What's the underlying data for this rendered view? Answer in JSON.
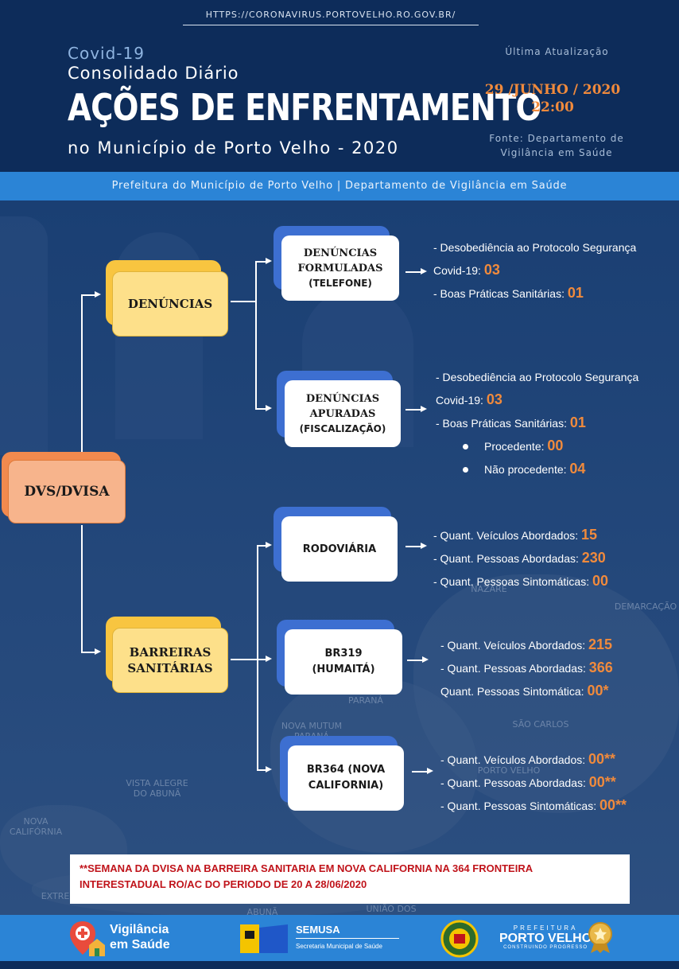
{
  "header": {
    "url": "HTTPS://CORONAVIRUS.PORTOVELHO.RO.GOV.BR/",
    "covid": "Covid-19",
    "consolidado": "Consolidado Diário",
    "title": "AÇÕES DE ENFRENTAMENTO",
    "municipio": "no Município de Porto Velho - 2020",
    "update_label": "Última Atualização",
    "date": "29 /JUNHO / 2020",
    "time": "22:00",
    "fonte_line1": "Fonte: Departamento de",
    "fonte_line2": "Vigilância em Saúde"
  },
  "bar": {
    "text": "Prefeitura do Município de Porto Velho | Departamento de Vigilância em Saúde"
  },
  "map_labels": [
    "NOVA MUTUM PARANÁ",
    "SÃO CARLOS",
    "DEMARCAÇÃO",
    "PORTO VELHO",
    "VISTA ALEGRE DO ABUNÃ",
    "NOVA CALIFÓRNIA",
    "EXTREMA",
    "ABUNÃ",
    "UNIÃO DOS",
    "PARANÁ",
    "NAZARÉ"
  ],
  "tree": {
    "root": "DVS/DVISA",
    "denuncias": "DENÚNCIAS",
    "barreiras_1": "BARREIRAS",
    "barreiras_2": "SANITÁRIAS",
    "formuladas_1": "DENÚNCIAS",
    "formuladas_2": "FORMULADAS",
    "formuladas_3": "(TELEFONE)",
    "apuradas_1": "DENÚNCIAS",
    "apuradas_2": "APURADAS",
    "apuradas_3": "(FISCALIZAÇÃO)",
    "rodoviaria": "RODOVIÁRIA",
    "br319_1": "BR319",
    "br319_2": "(HUMAITÁ)",
    "br364_1": "BR364 (NOVA",
    "br364_2": "CALIFORNIA)"
  },
  "formuladas_info": {
    "l1": "- Desobediência ao Protocolo Segurança",
    "l2": "Covid-19: ",
    "v2": "03",
    "l3": "- Boas Práticas Sanitárias: ",
    "v3": "01"
  },
  "apuradas_info": {
    "l1": "- Desobediência ao Protocolo Segurança",
    "l2": "Covid-19: ",
    "v2": "03",
    "l3": "- Boas Práticas Sanitárias: ",
    "v3": "01",
    "l4": "Procedente: ",
    "v4": "00",
    "l5": "Não procedente: ",
    "v5": "04"
  },
  "rodoviaria_info": {
    "l1": "- Quant. Veículos Abordados: ",
    "v1": "15",
    "l2": "- Quant. Pessoas Abordadas: ",
    "v2": "230",
    "l3": "- Quant. Pessoas Sintomáticas: ",
    "v3": "00"
  },
  "br319_info": {
    "l1": "- Quant. Veículos Abordados: ",
    "v1": "215",
    "l2": "- Quant. Pessoas Abordadas:  ",
    "v2": "366",
    "l3": "Quant. Pessoas Sintomática: ",
    "v3": "00*"
  },
  "br364_info": {
    "l1": "- Quant. Veículos Abordados:  ",
    "v1": "00**",
    "l2": "- Quant. Pessoas Abordadas:  ",
    "v2": "00**",
    "l3": "- Quant. Pessoas Sintomáticas: ",
    "v3": "00**"
  },
  "note": "**SEMANA DA DVISA NA BARREIRA SANITARIA EM NOVA CALIFORNIA NA 364 FRONTEIRA INTERESTADUAL  RO/AC DO PERIODO DE 20 A 28/06/2020",
  "footer": {
    "vig_1": "Vigilância",
    "vig_2": "em Saúde",
    "semusa": "SEMUSA",
    "semusa_sub": "Secretaria Municipal de Saúde",
    "pref_1": "PREFEITURA",
    "pref_2": "PORTO VELHO",
    "pref_3": "CONSTRUINDO PROGRESSO"
  },
  "colors": {
    "accent": "#f08a3c",
    "header": "#0d2c5a",
    "bar": "#2b84d6",
    "note_text": "#c0141b",
    "yellow": "#fde08a",
    "orange": "#f6a97a",
    "white_box": "#ffffff",
    "box_shadow_blue": "#3d6fd1"
  }
}
